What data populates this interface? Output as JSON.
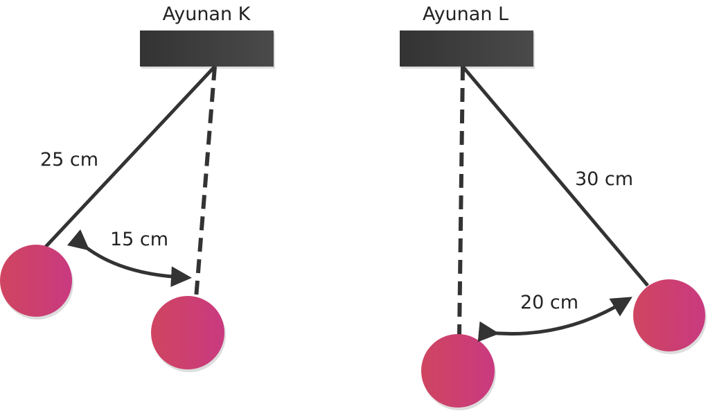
{
  "swing_k": {
    "title": "Ayunan K",
    "length_label": "25 cm",
    "amplitude_label": "15 cm"
  },
  "swing_l": {
    "title": "Ayunan L",
    "length_label": "30 cm",
    "amplitude_label": "20 cm"
  },
  "colors": {
    "bar": "#2b2b2b",
    "ball_start": "#cf4560",
    "ball_end": "#c93a80",
    "line": "#333333"
  }
}
